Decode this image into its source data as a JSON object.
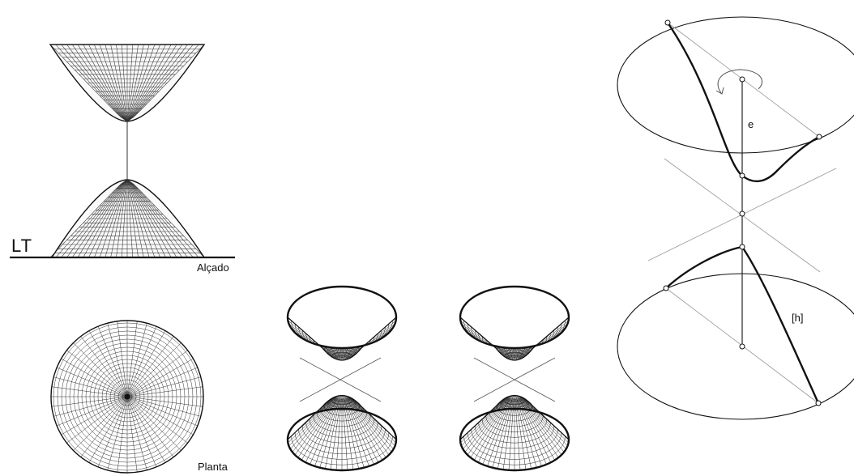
{
  "labels": {
    "ground_line": "LT",
    "elevation": "Alçado",
    "plan": "Planta",
    "axis": "e",
    "hyperbola": "[h]"
  },
  "colors": {
    "ink": "#111111",
    "mesh": "#2a2a2a",
    "construction": "#8a8a8a",
    "background": "#ffffff"
  },
  "icons": {
    "rotation_arrow": "rotation-arrow-icon"
  }
}
